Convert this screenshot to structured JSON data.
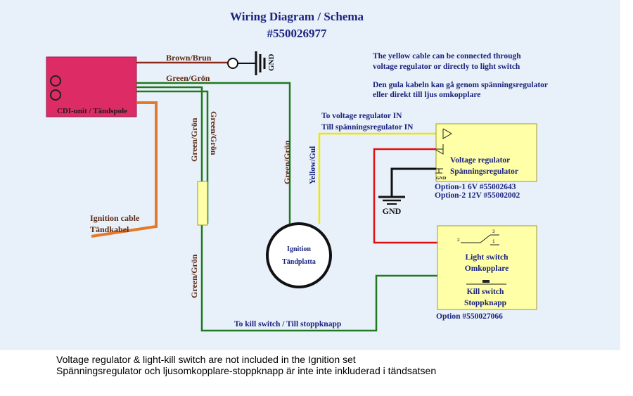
{
  "title": {
    "line1": "Wiring Diagram / Schema",
    "line2": "#550026977"
  },
  "cdi": {
    "label": "CDI-unit / Tändspole"
  },
  "wires": {
    "brown": "Brown/Brun",
    "green_top": "Green/Grön",
    "green_v1": "Green/Grön",
    "green_v2": "Green/Grön",
    "green_center": "Green/Grön",
    "green_lower": "Green/Grön",
    "yellow": "Yellow/Gul"
  },
  "gnd_top": "GND",
  "gnd_right": "GND",
  "gnd_small": "GND",
  "note": {
    "en_line1": "The yellow cable can be connected through",
    "en_line2": "voltage regulator or directly to light switch",
    "sv_line1": "Den gula kabeln kan gå genom spänningsregulator",
    "sv_line2": "eller direkt till ljus omkopplare"
  },
  "to_regulator": {
    "line1": "To voltage regulator IN",
    "line2": "Till spänningsregulator IN"
  },
  "regulator": {
    "name_en": "Voltage regulator",
    "name_sv": "Spänningsregulator",
    "option1": "Option-1 6V #55002643",
    "option2": "Option-2 12V #55002002"
  },
  "ignition_cable": {
    "en": "Ignition  cable",
    "sv": "Tändkabel"
  },
  "ignition": {
    "en": "Ignition",
    "sv": "Tändplatta"
  },
  "switch_box": {
    "pin1": "1",
    "pin2": "2",
    "pin3": "3",
    "light_en": "Light switch",
    "light_sv": "Omkopplare",
    "kill_en": "Kill switch",
    "kill_sv": "Stoppknapp",
    "option": "Option #550027066"
  },
  "kill_label": "To kill switch / Till stoppknapp",
  "footer": {
    "line1": "Voltage regulator & light-kill switch are not included in the Ignition set",
    "line2": "Spänningsregulator och ljusomkopplare-stoppknapp är inte inte inkluderad i tändsatsen"
  },
  "colors": {
    "background": "#e8f0f9",
    "cdi_fill": "#dd2b66",
    "brown_wire": "#8b2a1a",
    "green_wire": "#1f7a1f",
    "yellow_wire": "#f2e600",
    "red_wire": "#e01010",
    "orange_cable": "#e37a2b",
    "box_fill": "#ffffa8",
    "label_text": "#1a237e"
  }
}
